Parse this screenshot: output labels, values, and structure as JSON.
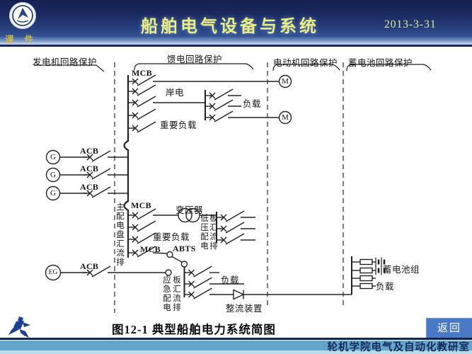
{
  "header": {
    "courseware": "课 件",
    "title": "船舶电气设备与系统",
    "date": "2013-3-31"
  },
  "sections": {
    "generator": "发电机回路保护",
    "feeder": "馈电回路保护",
    "motor": "电动机回路保护",
    "battery": "蓄电池回路保护"
  },
  "labels": {
    "mcb_top": "MCB",
    "shore_power": "岸电",
    "feeder_load": "负载",
    "feeder_important_load": "重要负载",
    "acb_g1": "ACB",
    "acb_g2": "ACB",
    "acb_g3": "ACB",
    "acb_eg": "ACB",
    "gen1": "G",
    "gen2": "G",
    "gen3": "G",
    "emergency_gen": "EG",
    "motor1": "M",
    "motor2": "M",
    "main_switchboard_bus": "主配电盘汇流排",
    "mcb_main": "MCB",
    "transformer": "变压器",
    "lv_board_bus_col1": "低压配电",
    "lv_board_bus_col2": "板汇流排",
    "main_important_load": "重要负载",
    "mcb_emergency": "MCB",
    "abts": "ABTS",
    "emergency_board_bus_col1": "应急配电",
    "emergency_board_bus_col2": "板汇流排",
    "emergency_load": "负载",
    "rectifier": "整流装置",
    "battery_group": "蓄电池组",
    "battery_load": "负载"
  },
  "footer": {
    "caption": "图12-1 典型船舶电力系统简图",
    "return_button": "返回",
    "department": "轮机学院电气及自动化教研室"
  },
  "colors": {
    "header_navy": "#1b2b62",
    "title_yellow": "#ecef7d",
    "return_button_blue": "#4a79c6",
    "footer_band_blue": "#64a5cb",
    "footer_band_light": "#b7dbe8"
  }
}
